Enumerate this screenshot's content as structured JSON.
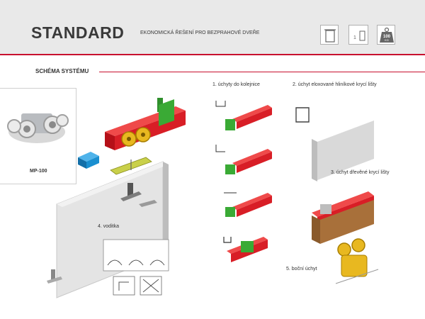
{
  "header": {
    "title": "STANDARD",
    "subtitle": "EKONOMICKÁ ŘEŠENÍ PRO BEZPRAHOVÉ DVEŘE",
    "icons": [
      "door-icon",
      "door-width-icon",
      "weight-100kg-icon"
    ],
    "weight_label": "100",
    "weight_unit": "KG",
    "width_label": "1"
  },
  "section": {
    "title": "SCHÉMA SYSTÉMU"
  },
  "product": {
    "label": "MP-100"
  },
  "labels": {
    "one": "1. úchyty do kolejnice",
    "two": "2. úchyt eloxované hliníkové krycí lišty",
    "three": "3. úchyt dřevěné krycí lišty",
    "four": "4. voditka",
    "five": "5. boční úchyt"
  },
  "colors": {
    "accent": "#c8102e",
    "rail": "#d81e26",
    "green": "#3aaa35",
    "blue": "#1a8fd0",
    "yellow": "#e8b820"
  }
}
